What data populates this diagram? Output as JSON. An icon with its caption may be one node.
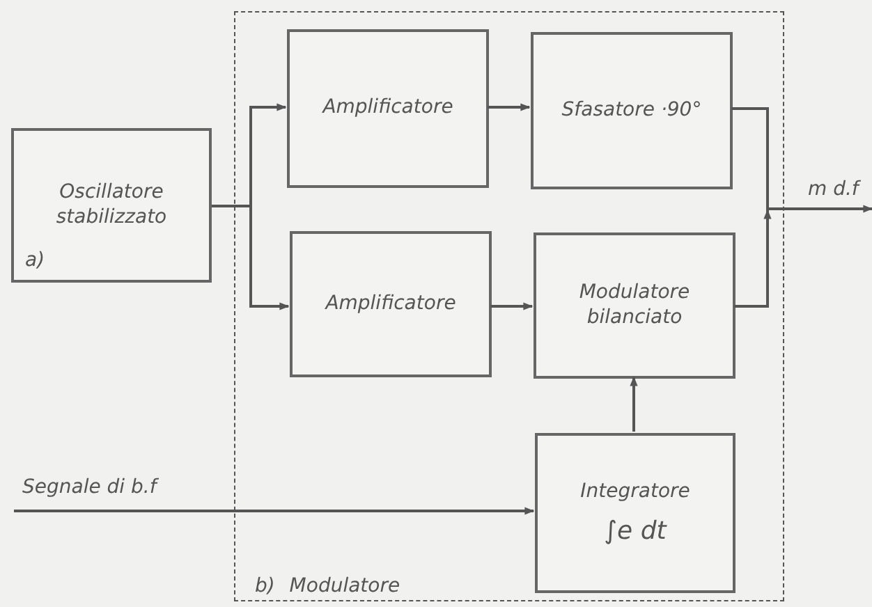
{
  "diagram": {
    "nodes": [
      {
        "text": [
          "Oscillatore stabilizzato",
          "a)"
        ]
      },
      {
        "text": [
          "b) Modulatore"
        ]
      },
      {
        "text": [
          "Amplificatore"
        ],
        "in": 1
      },
      {
        "text": [
          "Sfasatore ·90°"
        ],
        "in": 1
      },
      {
        "text": [
          "Amplificatore"
        ],
        "in": 1
      },
      {
        "text": [
          "Modulatore bilanciato"
        ],
        "in": 1
      },
      {
        "text": [
          "Integratore",
          "∫e dt"
        ],
        "in": 1
      }
    ],
    "edges": [
      {
        "from": 0,
        "to": 2,
        "arrow": "to"
      },
      {
        "from": 0,
        "to": 4,
        "arrow": "to"
      },
      {
        "from": 2,
        "to": 3,
        "arrow": "to"
      },
      {
        "from": 4,
        "to": 5,
        "arrow": "to"
      },
      {
        "from": 6,
        "to": 5,
        "arrow": "to"
      },
      {
        "from": 3,
        "to": null,
        "arrow": "to",
        "label": "m d.f"
      },
      {
        "from": 5,
        "to": null,
        "arrow": "to"
      },
      {
        "from": null,
        "to": 6,
        "arrow": "to",
        "label": "Segnale di b.f"
      }
    ]
  }
}
